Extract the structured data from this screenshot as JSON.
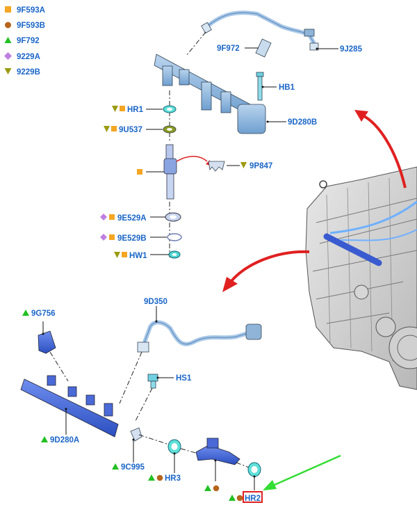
{
  "legend": [
    {
      "symbol": "square-orange",
      "code": "9F593A"
    },
    {
      "symbol": "circle-brown",
      "code": "9F593B"
    },
    {
      "symbol": "triangle-green",
      "code": "9F792"
    },
    {
      "symbol": "diamond-purple",
      "code": "9229A"
    },
    {
      "symbol": "triangle-down-olive",
      "code": "9229B"
    }
  ],
  "colors": {
    "label": "#1a66c8",
    "square": "#f5a623",
    "circle": "#b5651d",
    "triangle_up": "#22c022",
    "diamond": "#c080e0",
    "triangle_down": "#9a9a10",
    "arrow_red": "#e02020",
    "arrow_green": "#33dd33",
    "highlight_box": "#e02020"
  },
  "upper_labels": {
    "p_9F972": "9F972",
    "p_9J285": "9J285",
    "p_HB1": "HB1",
    "p_HR1": "HR1",
    "p_9U537": "9U537",
    "p_9D280B": "9D280B",
    "p_9P847": "9P847",
    "p_9E529A": "9E529A",
    "p_9E529B": "9E529B",
    "p_HW1": "HW1"
  },
  "lower_labels": {
    "p_9G756": "9G756",
    "p_9D350": "9D350",
    "p_HS1": "HS1",
    "p_9D280A": "9D280A",
    "p_9C995": "9C995",
    "p_HR3": "HR3",
    "p_HR2": "HR2"
  }
}
